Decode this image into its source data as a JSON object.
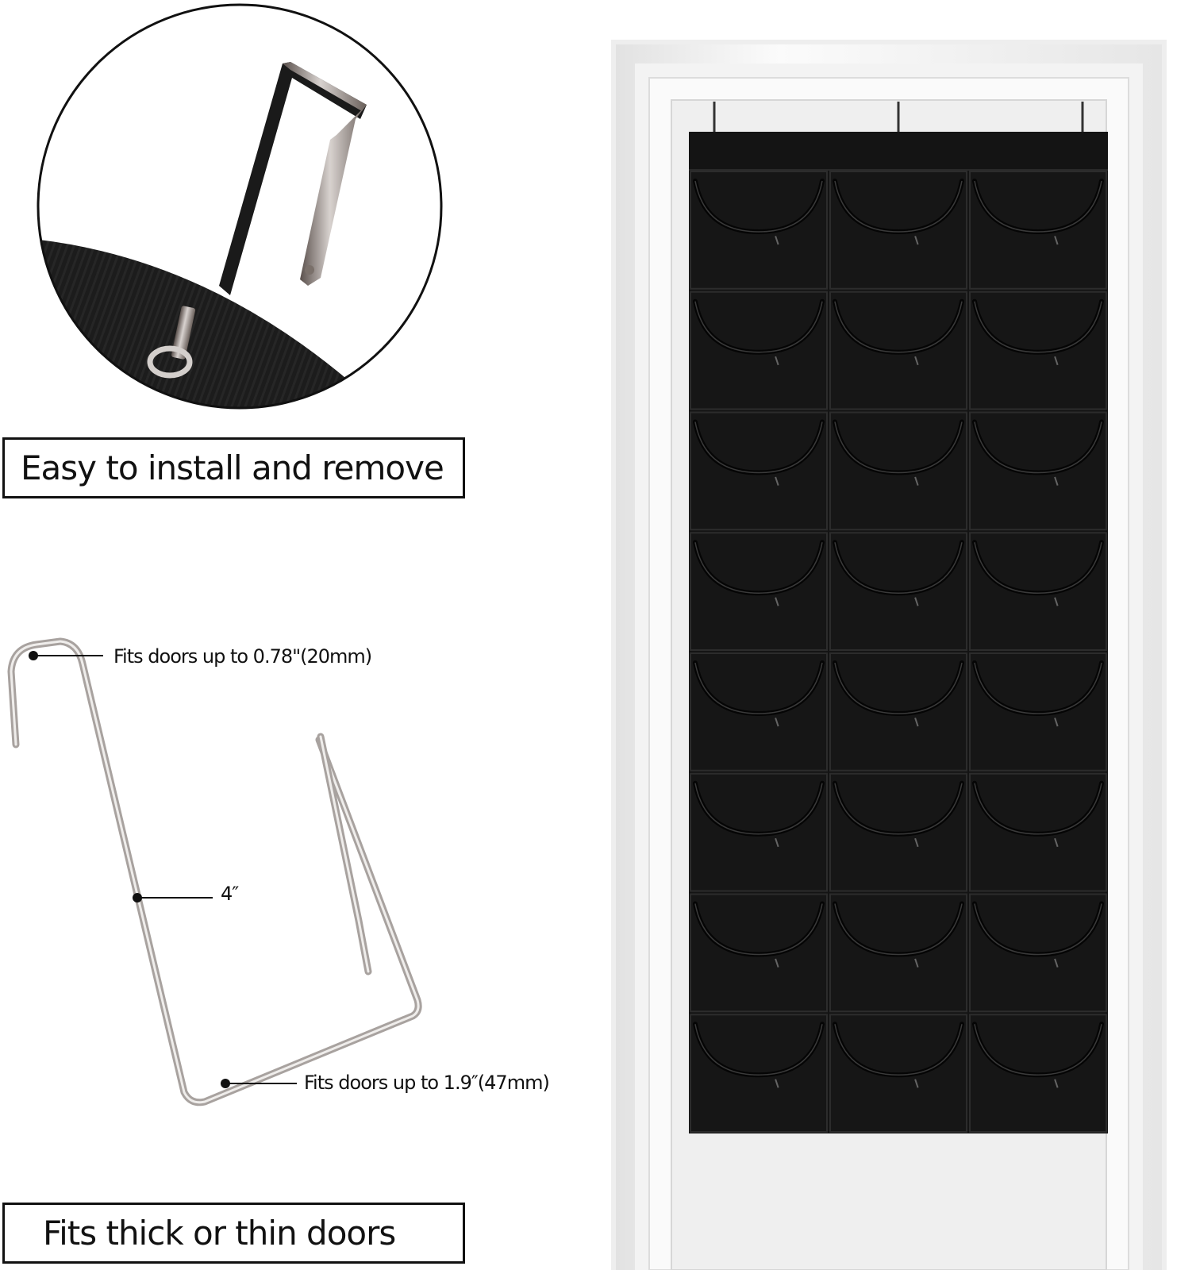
{
  "captions": {
    "install": "Easy to install and remove",
    "doors": "Fits thick or thin doors"
  },
  "dimensions": {
    "top_clearance": "Fits doors up to 0.78\"(20mm)",
    "hook_length": "4″",
    "bottom_clearance": "Fits doors up to 1.9″(47mm)"
  },
  "organizer": {
    "rows": 8,
    "columns": 3,
    "fabric_color": "#141414",
    "hooks": 3
  },
  "colors": {
    "metal": "#c8c4c2",
    "door_frame": "#f4f4f4",
    "outline": "#111111"
  }
}
